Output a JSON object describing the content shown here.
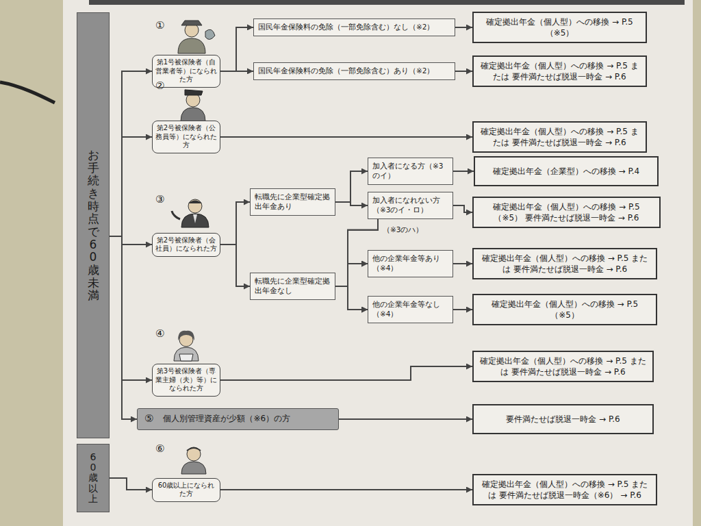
{
  "diagram": {
    "nodes": [
      {
        "text": [
          "お手続き時点で60歳未満"
        ]
      },
      {
        "text": [
          "①",
          "第1号被保険者（自営業者等）になられた方"
        ]
      },
      {
        "text": [
          "国民年金保険料の免除（一部免除含む）なし（※2）"
        ]
      },
      {
        "text": [
          "確定拠出年金（個人型）への移換 → P.5（※5）"
        ]
      },
      {
        "text": [
          "国民年金保険料の免除（一部免除含む）あり（※2）"
        ]
      },
      {
        "text": [
          "確定拠出年金（個人型）への移換 → P.5 または 要件満たせば脱退一時金 → P.6"
        ]
      },
      {
        "text": [
          "②",
          "第2号被保険者（公務員等）になられた方"
        ]
      },
      {
        "text": [
          "確定拠出年金（個人型）への移換 → P.5 または 要件満たせば脱退一時金 → P.6"
        ]
      },
      {
        "text": [
          "③",
          "第2号被保険者（会社員）になられた方"
        ]
      },
      {
        "text": [
          "転職先に企業型確定拠出年金あり"
        ]
      },
      {
        "text": [
          "加入者になる方（※3のイ）"
        ]
      },
      {
        "text": [
          "確定拠出年金（企業型）への移換 → P.4"
        ]
      },
      {
        "text": [
          "加入者になれない方（※3のイ・ロ）"
        ]
      },
      {
        "text": [
          "確定拠出年金（個人型）への移換 → P.5（※5） 要件満たせば脱退一時金 → P.6"
        ]
      },
      {
        "text": [
          "転職先に企業型確定拠出年金なし"
        ]
      },
      {
        "text": [
          "他の企業年金等あり（※4）"
        ]
      },
      {
        "text": [
          "確定拠出年金（個人型）への移換 → P.5 または 要件満たせば脱退一時金 → P.6"
        ]
      },
      {
        "text": [
          "他の企業年金等なし（※4）"
        ]
      },
      {
        "text": [
          "確定拠出年金（個人型）への移換 → P.5（※5）"
        ]
      },
      {
        "text": [
          "④",
          "第3号被保険者（専業主婦（夫）等）になられた方"
        ]
      },
      {
        "text": [
          "確定拠出年金（個人型）への移換 → P.5 または 要件満たせば脱退一時金 → P.6"
        ]
      },
      {
        "text": [
          "⑤",
          "個人別管理資産が少額（※6）の方"
        ]
      },
      {
        "text": [
          "要件満たせば脱退一時金 → P.6"
        ]
      },
      {
        "text": [
          "60歳以上"
        ]
      },
      {
        "text": [
          "⑥",
          "60歳以上になられた方"
        ]
      },
      {
        "text": [
          "確定拠出年金（個人型）への移換 → P.5 または 要件満たせば脱退一時金（※6） → P.6"
        ]
      }
    ],
    "edges": [
      {
        "from": 0,
        "to": 1,
        "arrow": "to"
      },
      {
        "from": 0,
        "to": 6,
        "arrow": "to"
      },
      {
        "from": 0,
        "to": 8,
        "arrow": "to"
      },
      {
        "from": 0,
        "to": 19,
        "arrow": "to"
      },
      {
        "from": 0,
        "to": 21,
        "arrow": "to"
      },
      {
        "from": 1,
        "to": 2,
        "arrow": "to"
      },
      {
        "from": 1,
        "to": 4,
        "arrow": "to"
      },
      {
        "from": 2,
        "to": 3,
        "arrow": "to"
      },
      {
        "from": 4,
        "to": 5,
        "arrow": "to"
      },
      {
        "from": 6,
        "to": 7,
        "arrow": "to"
      },
      {
        "from": 8,
        "to": 9,
        "arrow": "to"
      },
      {
        "from": 8,
        "to": 14,
        "arrow": "to"
      },
      {
        "from": 9,
        "to": 10,
        "arrow": "to"
      },
      {
        "from": 9,
        "to": 12,
        "arrow": "to"
      },
      {
        "from": 10,
        "to": 11,
        "arrow": "to"
      },
      {
        "from": 12,
        "to": 13,
        "arrow": "to"
      },
      {
        "from": 12,
        "to": 15,
        "label": "（※3のハ）",
        "arrow": "to"
      },
      {
        "from": 12,
        "to": 17,
        "arrow": "to"
      },
      {
        "from": 14,
        "to": 15,
        "arrow": "to"
      },
      {
        "from": 14,
        "to": 17,
        "arrow": "to"
      },
      {
        "from": 15,
        "to": 16,
        "arrow": "to"
      },
      {
        "from": 17,
        "to": 18,
        "arrow": "to"
      },
      {
        "from": 19,
        "to": 20,
        "arrow": "to"
      },
      {
        "from": 21,
        "to": 22,
        "arrow": "to"
      },
      {
        "from": 23,
        "to": 24,
        "arrow": "to"
      },
      {
        "from": 24,
        "to": 25,
        "arrow": "to"
      }
    ]
  }
}
